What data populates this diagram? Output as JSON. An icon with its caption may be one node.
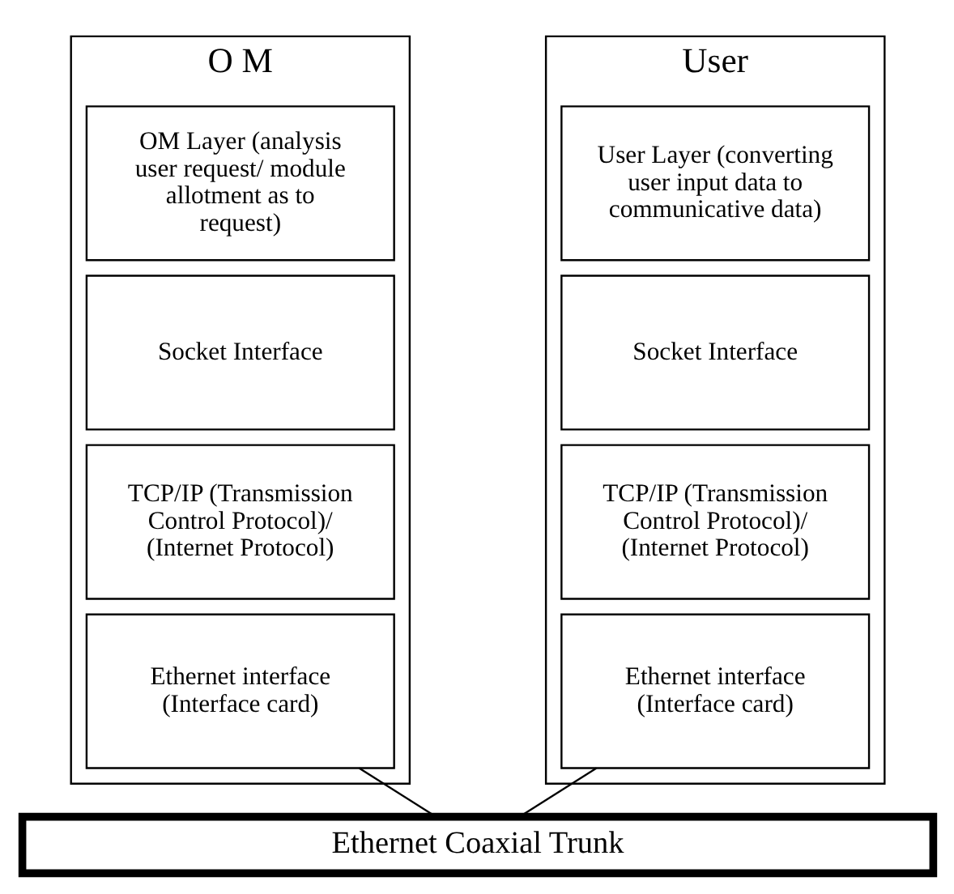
{
  "diagram": {
    "nodes": [
      {
        "text": [
          "O M"
        ]
      },
      {
        "text": [
          "OM Layer (analysis user request/ module allotment as to request)"
        ],
        "in": 0
      },
      {
        "text": [
          "Socket Interface"
        ],
        "in": 0
      },
      {
        "text": [
          "TCP/IP (Transmission Control Protocol)/ (Internet Protocol)"
        ],
        "in": 0
      },
      {
        "text": [
          "Ethernet interface (Interface card)"
        ],
        "in": 0
      },
      {
        "text": [
          "User"
        ]
      },
      {
        "text": [
          "User Layer (converting user input data to communicative data)"
        ],
        "in": 5
      },
      {
        "text": [
          "Socket Interface"
        ],
        "in": 5
      },
      {
        "text": [
          "TCP/IP (Transmission Control Protocol)/ (Internet Protocol)"
        ],
        "in": 5
      },
      {
        "text": [
          "Ethernet interface (Interface card)"
        ],
        "in": 5
      },
      {
        "text": [
          "Ethernet Coaxial Trunk"
        ]
      }
    ],
    "edges": [
      {
        "from": 4,
        "to": 10,
        "arrow": "none"
      },
      {
        "from": 9,
        "to": 10,
        "arrow": "none"
      }
    ]
  }
}
